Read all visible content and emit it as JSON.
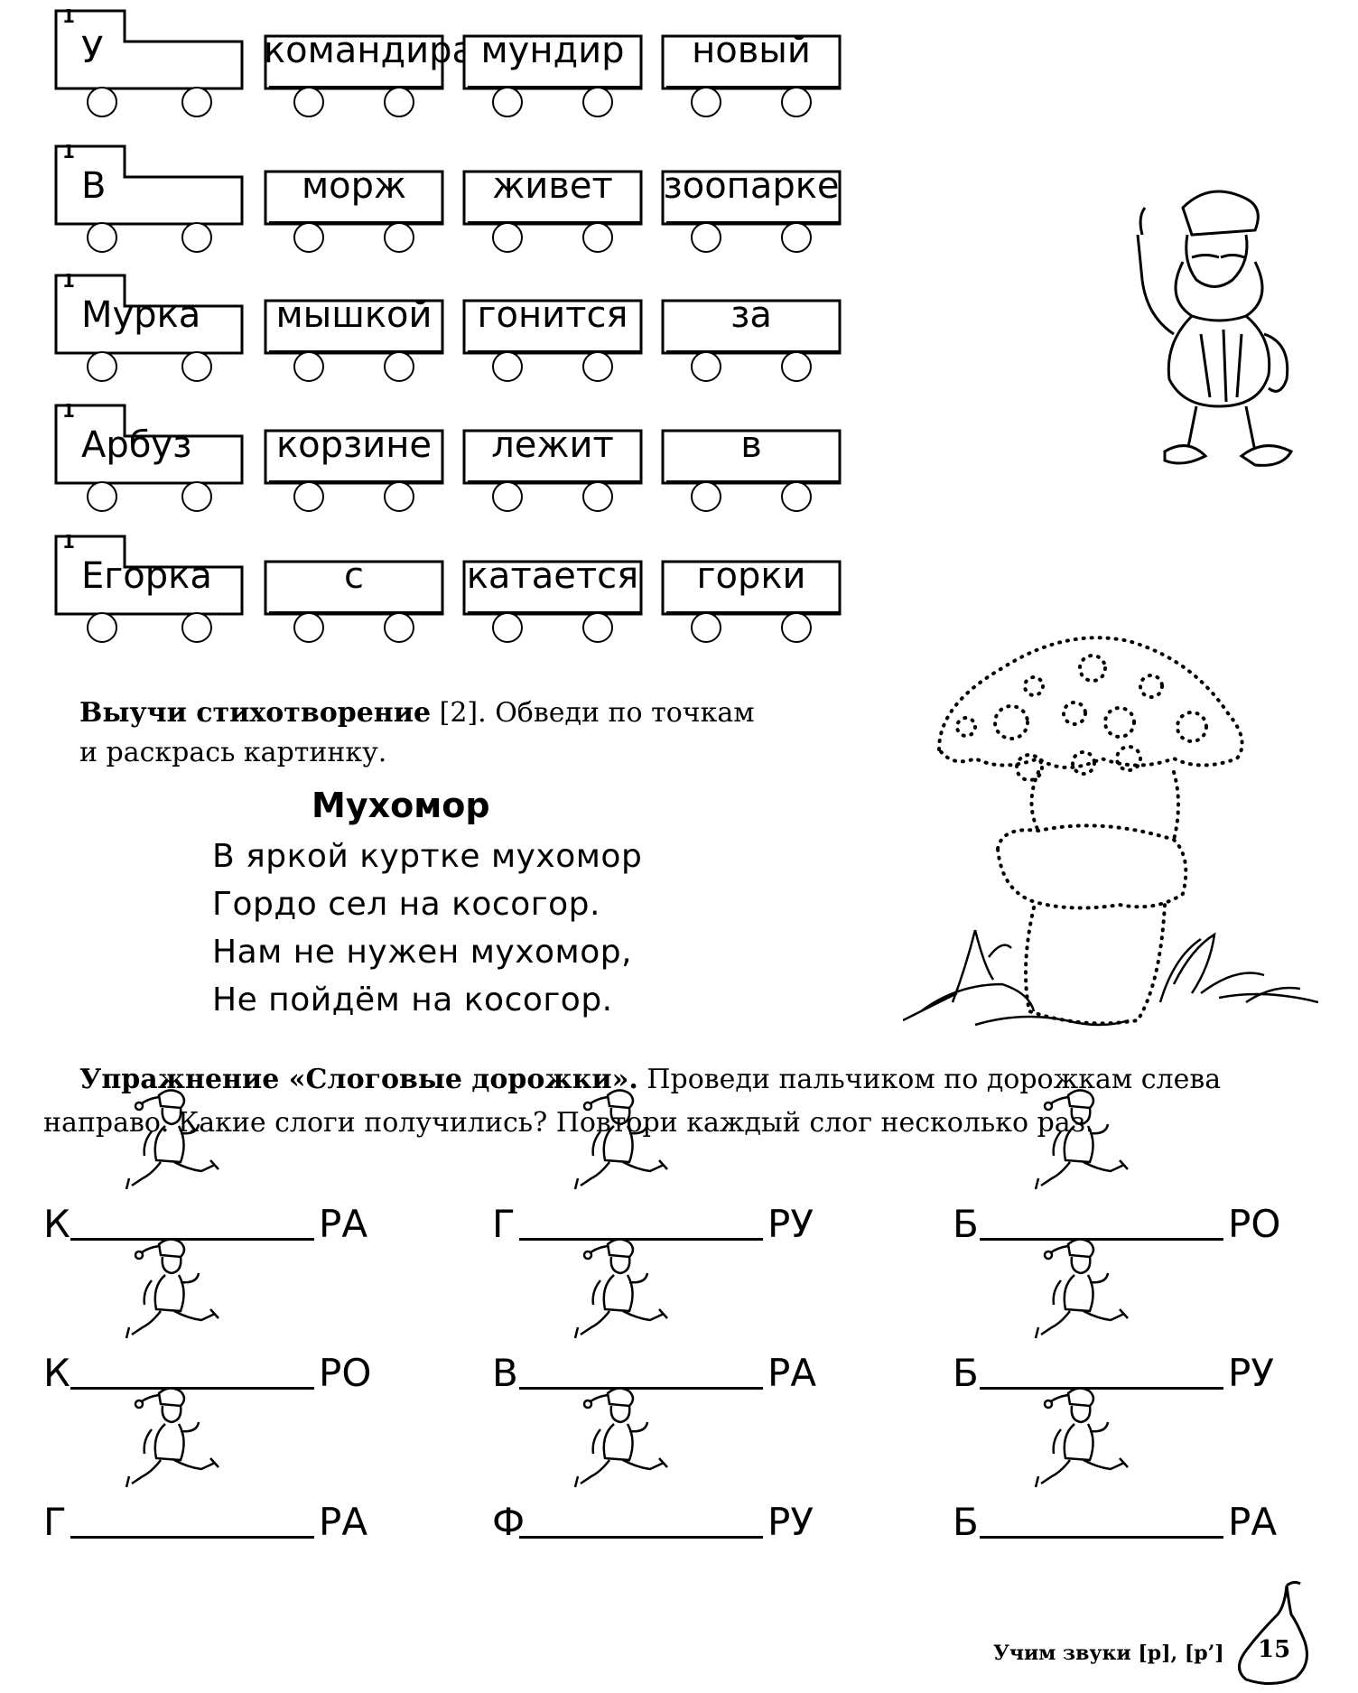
{
  "trains": [
    {
      "number": "1",
      "words": [
        "У",
        "командира",
        "мундир",
        "новый"
      ]
    },
    {
      "number": "1",
      "words": [
        "В",
        "морж",
        "живет",
        "зоопарке"
      ]
    },
    {
      "number": "1",
      "words": [
        "Мурка",
        "мышкой",
        "гонится",
        "за"
      ]
    },
    {
      "number": "1",
      "words": [
        "Арбуз",
        "корзине",
        "лежит",
        "в"
      ]
    },
    {
      "number": "1",
      "words": [
        "Егорка",
        "с",
        "катается",
        "горки"
      ]
    }
  ],
  "poem_task": {
    "bold": "Выучи стихотворение",
    "ref": " [2]",
    "rest": ". Обведи по точкам",
    "line2": "и раскрась картинку."
  },
  "poem": {
    "title": "Мухомор",
    "lines": [
      "В яркой куртке мухомор",
      "Гордо сел на косогор.",
      "Нам не нужен мухомор,",
      "Не пойдём на косогор."
    ]
  },
  "exercise": {
    "bold": "Упражнение «Слоговые дорожки».",
    "rest": " Проведи пальчиком по дорожкам слева",
    "line2": "направо. Какие слоги получились? Повтори каждый слог несколько раз."
  },
  "tracks": [
    {
      "start": "К",
      "end": "РА"
    },
    {
      "start": "Г",
      "end": "РУ"
    },
    {
      "start": "Б",
      "end": "РО"
    },
    {
      "start": "К",
      "end": "РО"
    },
    {
      "start": "В",
      "end": "РА"
    },
    {
      "start": "Б",
      "end": "РУ"
    },
    {
      "start": "Г",
      "end": "РА"
    },
    {
      "start": "Ф",
      "end": "РУ"
    },
    {
      "start": "Б",
      "end": "РА"
    }
  ],
  "footer": {
    "text": "Учим звуки [р], [р’]",
    "page": "15"
  }
}
